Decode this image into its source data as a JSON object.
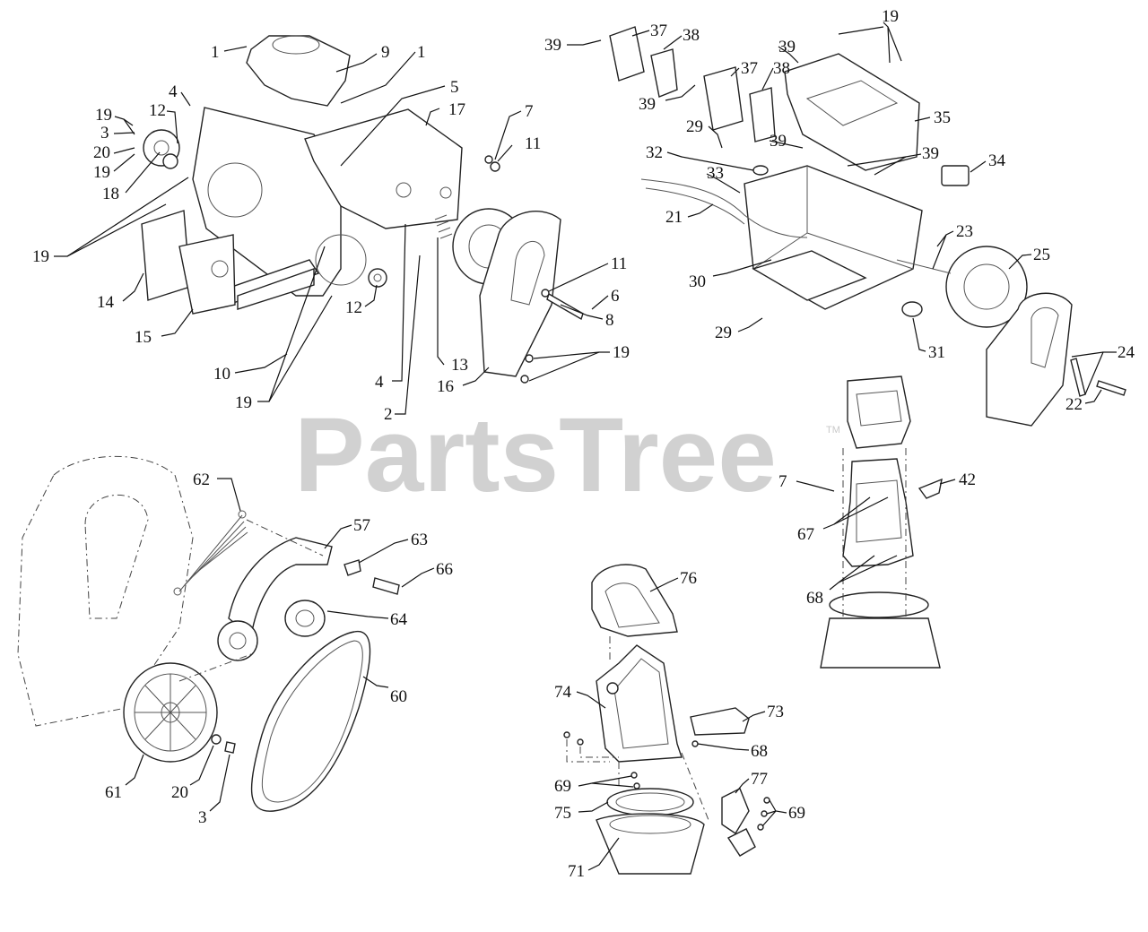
{
  "watermark": {
    "text": "PartsTree",
    "trademark": "TM",
    "color": "#c9c9c9"
  },
  "callouts": {
    "left_upper": [
      "1",
      "9",
      "1",
      "4",
      "5",
      "17",
      "7",
      "11",
      "19",
      "3",
      "20",
      "19",
      "18",
      "12",
      "19",
      "14",
      "15",
      "10",
      "19",
      "12",
      "4",
      "2",
      "13",
      "16",
      "11",
      "6",
      "8",
      "19"
    ],
    "right_upper": [
      "19",
      "39",
      "37",
      "38",
      "39",
      "37",
      "38",
      "39",
      "35",
      "29",
      "39",
      "39",
      "32",
      "34",
      "33",
      "21",
      "23",
      "25",
      "30",
      "29",
      "31",
      "24",
      "22"
    ],
    "chute_right": [
      "7",
      "42",
      "67",
      "68"
    ],
    "left_lower": [
      "62",
      "57",
      "63",
      "66",
      "64",
      "60",
      "61",
      "20",
      "3"
    ],
    "chute_center": [
      "76",
      "74",
      "73",
      "68",
      "69",
      "75",
      "77",
      "69",
      "71"
    ]
  }
}
